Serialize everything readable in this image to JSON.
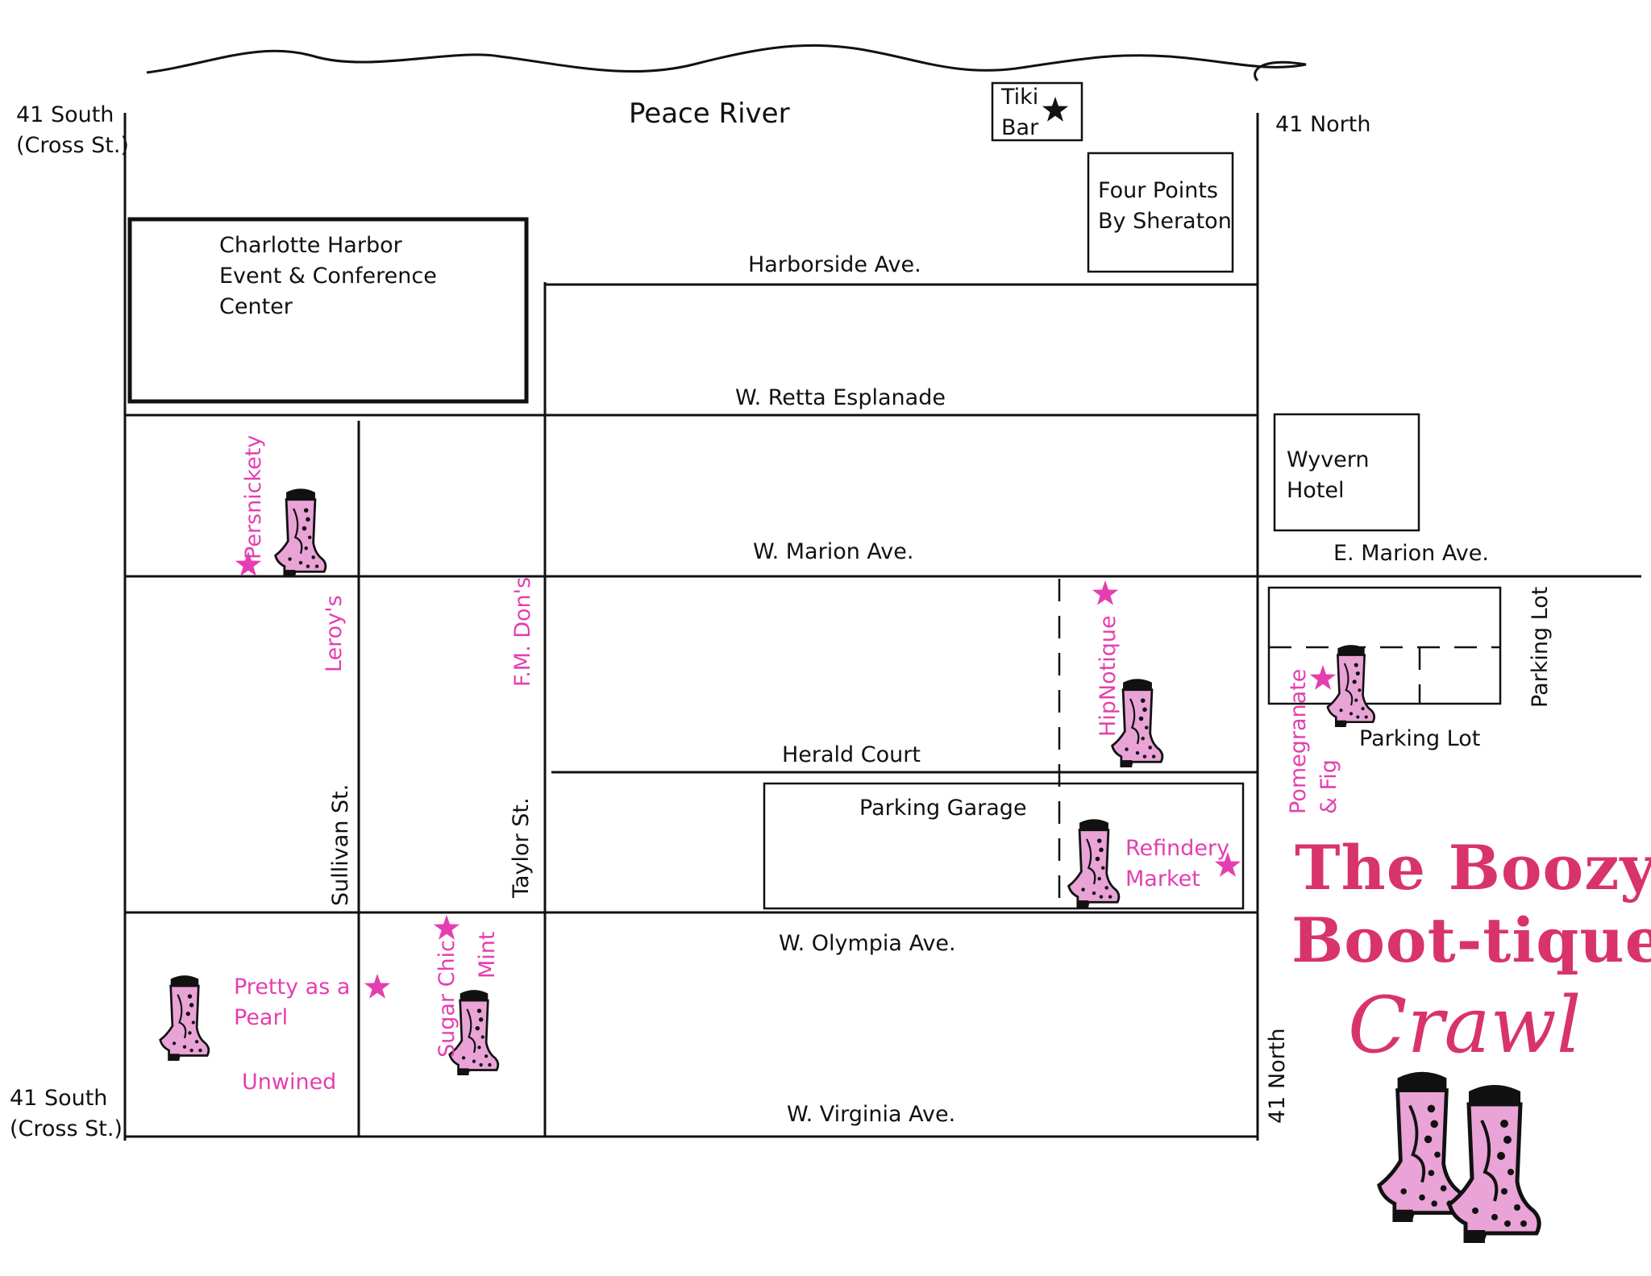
{
  "river": "Peace River",
  "highways": {
    "south_top_line1": "41 South",
    "south_top_line2": "(Cross St.)",
    "south_bottom_line1": "41 South",
    "south_bottom_line2": "(Cross St.)",
    "north_top": "41 North",
    "north_bottom": "41 North"
  },
  "streets": {
    "harborside": "Harborside Ave.",
    "retta": "W. Retta Esplanade",
    "w_marion": "W. Marion Ave.",
    "e_marion": "E. Marion Ave.",
    "herald": "Herald Court",
    "olympia": "W. Olympia Ave.",
    "virginia": "W. Virginia Ave.",
    "sullivan": "Sullivan St.",
    "taylor": "Taylor St."
  },
  "buildings": {
    "tiki_line1": "Tiki",
    "tiki_line2": "Bar",
    "four_points_line1": "Four Points",
    "four_points_line2": "By Sheraton",
    "charlotte_line1": "Charlotte Harbor",
    "charlotte_line2": "Event & Conference",
    "charlotte_line3": "Center",
    "wyvern_line1": "Wyvern",
    "wyvern_line2": "Hotel",
    "parking_garage": "Parking Garage",
    "parking_lot_h": "Parking Lot",
    "parking_lot_v": "Parking Lot"
  },
  "shops": {
    "persnickety": "Persnickety",
    "leroys": "Leroy's",
    "fm_dons": "F.M. Don's",
    "hipnotique": "HipNotique",
    "pomegranate_line1": "Pomegranate",
    "pomegranate_line2": "& Fig",
    "refindery_line1": "Refindery",
    "refindery_line2": "Market",
    "pretty_line1": "Pretty as a",
    "pretty_line2": "Pearl",
    "unwined": "Unwined",
    "sugar_chic": "Sugar Chic",
    "mint": "Mint"
  },
  "event": {
    "title_line1": "The Boozy",
    "title_line2": "Boot-tique",
    "title_line3": "Crawl"
  },
  "colors": {
    "shop_pink": "#e43fb0",
    "title_pink": "#d83469",
    "boot_pink": "#e9a3d6",
    "line": "#111111"
  }
}
